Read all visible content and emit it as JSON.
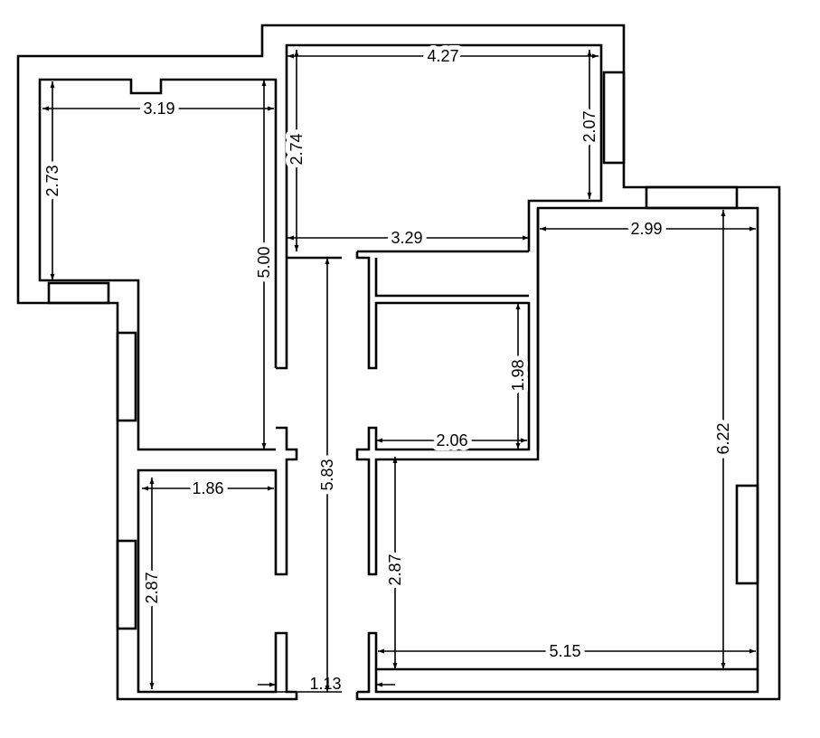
{
  "plan": {
    "colors": {
      "line": "#000000",
      "background": "#ffffff"
    },
    "dimensions": {
      "top_room_width": "4.27",
      "top_room_right_height": "2.07",
      "left_room_width": "3.19",
      "left_room_height": "2.73",
      "top_room_left_height": "2.74",
      "left_room_full_height": "5.00",
      "top_room_bottom_width": "3.29",
      "big_room_width": "2.99",
      "big_room_height": "6.22",
      "storage_height": "1.98",
      "storage_width": "2.06",
      "corridor_length": "5.83",
      "small_room_width": "1.86",
      "small_room_height": "2.87",
      "lower_right_height": "2.87",
      "lower_right_width": "5.15",
      "door_width": "1.13"
    }
  }
}
